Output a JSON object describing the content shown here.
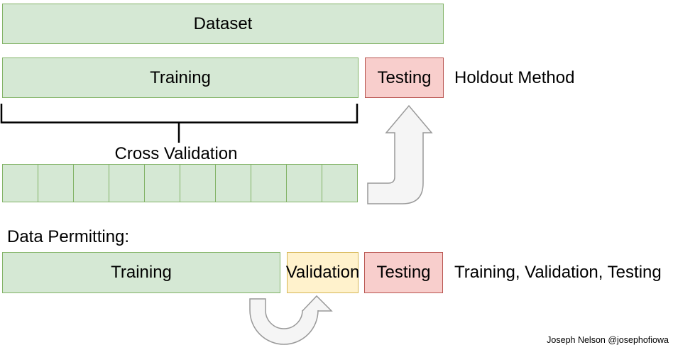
{
  "diagram": {
    "dataset_label": "Dataset",
    "holdout": {
      "training_label": "Training",
      "testing_label": "Testing",
      "caption": "Holdout Method"
    },
    "cross_validation": {
      "label": "Cross Validation",
      "fold_count": 10
    },
    "data_permitting_label": "Data Permitting:",
    "three_way": {
      "training_label": "Training",
      "validation_label": "Validation",
      "testing_label": "Testing",
      "caption": "Training, Validation, Testing"
    },
    "attribution": "Joseph Nelson @josephofiowa",
    "colors": {
      "green_fill": "#d5e8d4",
      "green_border": "#82b366",
      "red_fill": "#f8cecc",
      "red_border": "#b85450",
      "yellow_fill": "#fff2cc",
      "yellow_border": "#d6b656",
      "arrow_fill": "#f5f5f5",
      "arrow_border": "#999999",
      "line_color": "#000000"
    }
  }
}
